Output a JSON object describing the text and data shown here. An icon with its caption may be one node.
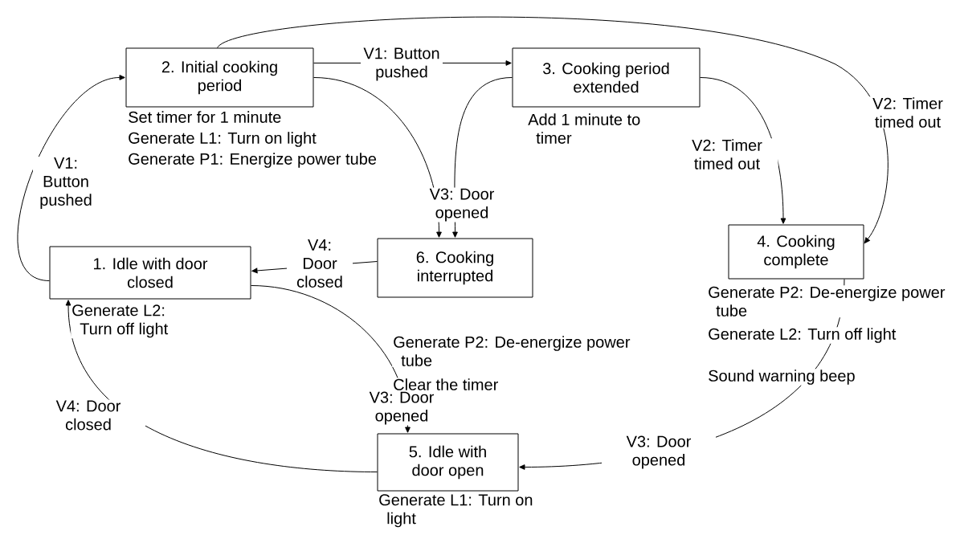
{
  "diagram": {
    "nodes": [
      {
        "text": [
          "2. Initial cooking period"
        ],
        "beside": [
          "Set timer for 1 minute",
          "Generate L1: Turn on light",
          "Generate P1: Energize power tube"
        ]
      },
      {
        "text": [
          "3. Cooking period extended"
        ],
        "beside": [
          "Add 1 minute to timer"
        ]
      },
      {
        "text": [
          "1. Idle with door closed"
        ],
        "beside": [
          "Generate L2: Turn off light"
        ]
      },
      {
        "text": [
          "6. Cooking interrupted"
        ],
        "beside": [
          "Generate P2: De-energize power tube",
          "Clear the timer"
        ]
      },
      {
        "text": [
          "4. Cooking complete"
        ],
        "beside": [
          "Generate P2: De-energize power tube",
          "Generate L2: Turn off light",
          "Sound warning beep"
        ]
      },
      {
        "text": [
          "5. Idle with door open"
        ],
        "beside": [
          "Generate L1: Turn on light"
        ]
      }
    ],
    "edges": [
      {
        "from": 2,
        "to": 0,
        "arrow": "to",
        "label": "V1: Button pushed"
      },
      {
        "from": 0,
        "to": 1,
        "arrow": "to",
        "label": "V1: Button pushed"
      },
      {
        "from": 0,
        "to": 4,
        "arrow": "to",
        "label": "V2: Timer timed out"
      },
      {
        "from": 0,
        "to": 3,
        "arrow": "to",
        "label": "V3: Door opened"
      },
      {
        "from": 1,
        "to": 3,
        "arrow": "to"
      },
      {
        "from": 1,
        "to": 4,
        "arrow": "to",
        "label": "V2: Timer timed out"
      },
      {
        "from": 3,
        "to": 2,
        "arrow": "to",
        "label": "V4: Door closed"
      },
      {
        "from": 2,
        "to": 5,
        "arrow": "to",
        "label": "V3: Door opened"
      },
      {
        "from": 5,
        "to": 2,
        "arrow": "to",
        "label": "V4: Door closed"
      },
      {
        "from": 4,
        "to": 5,
        "arrow": "to",
        "label": "V3: Door opened"
      }
    ]
  }
}
